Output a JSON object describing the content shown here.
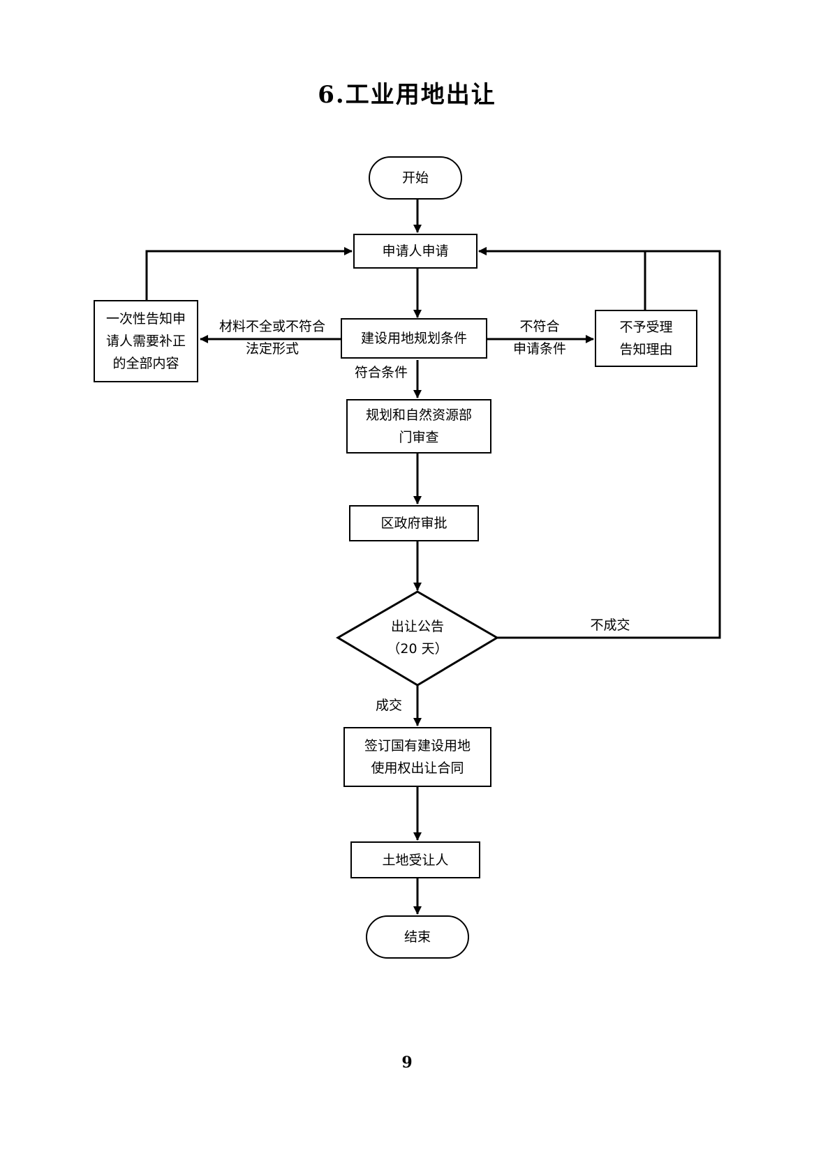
{
  "title": "6.工业用地出让",
  "page_number": "9",
  "nodes": {
    "start": "开始",
    "apply": "申请人申请",
    "check": "建设用地规划条件",
    "notify_line1": "一次性告知申",
    "notify_line2": "请人需要补正",
    "notify_line3": "的全部内容",
    "reject_line1": "不予受理",
    "reject_line2": "告知理由",
    "review_line1": "规划和自然资源部",
    "review_line2": "门审查",
    "approve": "区政府审批",
    "announce_line1": "出让公告",
    "announce_line2": "（20 天）",
    "contract_line1": "签订国有建设用地",
    "contract_line2": "使用权出让合同",
    "transferee": "土地受让人",
    "end": "结束"
  },
  "edge_labels": {
    "incomplete_line1": "材料不全或不符合",
    "incomplete_line2": "法定形式",
    "not_eligible_line1": "不符合",
    "not_eligible_line2": "申请条件",
    "eligible": "符合条件",
    "deal": "成交",
    "no_deal": "不成交"
  }
}
